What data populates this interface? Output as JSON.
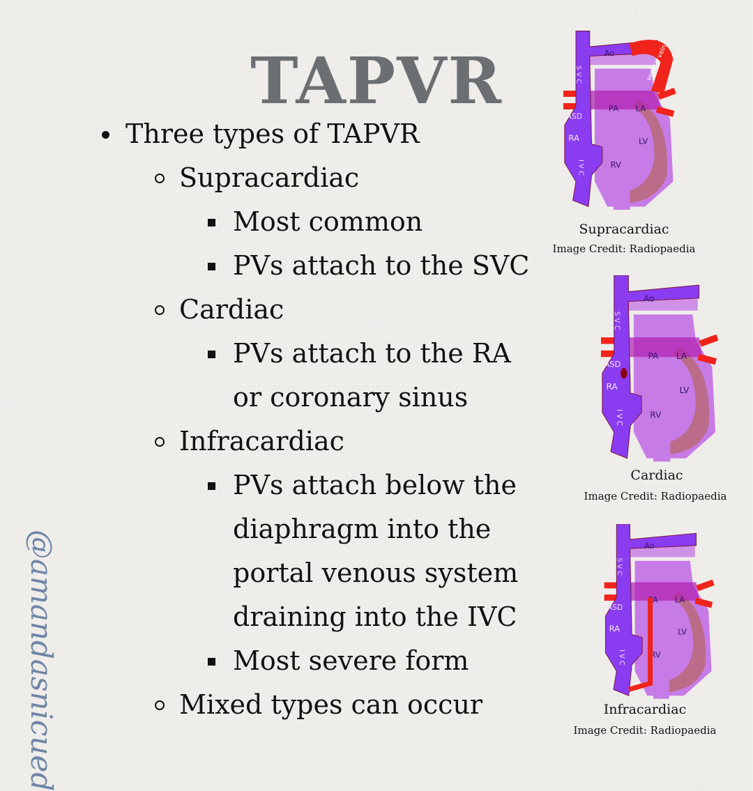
{
  "title": "TAPVR",
  "bullets": [
    {
      "level": 1,
      "text": "Three types of TAPVR"
    },
    {
      "level": 2,
      "text": "Supracardiac"
    },
    {
      "level": 3,
      "text": "Most common"
    },
    {
      "level": 3,
      "text": "PVs attach to the SVC"
    },
    {
      "level": 2,
      "text": "Cardiac"
    },
    {
      "level": 3,
      "text": "PVs attach to the RA"
    },
    {
      "level": 0,
      "text": "or coronary sinus"
    },
    {
      "level": 2,
      "text": "Infracardiac"
    },
    {
      "level": 3,
      "text": "PVs attach below the"
    },
    {
      "level": 0,
      "text": "diaphragm into the"
    },
    {
      "level": 0,
      "text": "portal venous system"
    },
    {
      "level": 0,
      "text": "draining into the IVC"
    },
    {
      "level": 3,
      "text": "Most severe form"
    },
    {
      "level": 2,
      "text": "Mixed types can occur"
    }
  ],
  "diagrams": [
    {
      "caption": "Supracardiac",
      "credit": "Image Credit: Radiopaedia"
    },
    {
      "caption": "Cardiac",
      "credit": "Image Credit: Radiopaedia"
    },
    {
      "caption": "Infracardiac",
      "credit": "Image Credit: Radiopaedia"
    }
  ],
  "labels": {
    "svc": "S V C",
    "ao": "Ao",
    "asd": "ASD",
    "pa": "PA",
    "la": "LA",
    "ra": "RA",
    "lv": "LV",
    "rv": "RV",
    "ivc": "I V C",
    "vertical_vein": "vertical vein"
  },
  "watermark": "@amandasnicued",
  "colors": {
    "title": "#6c6f72",
    "vein": "#8a3cf0",
    "heart": "#c77be6",
    "muscle": "#b86a78",
    "pv": "#f0241c",
    "watermark": "#6f85a6"
  }
}
